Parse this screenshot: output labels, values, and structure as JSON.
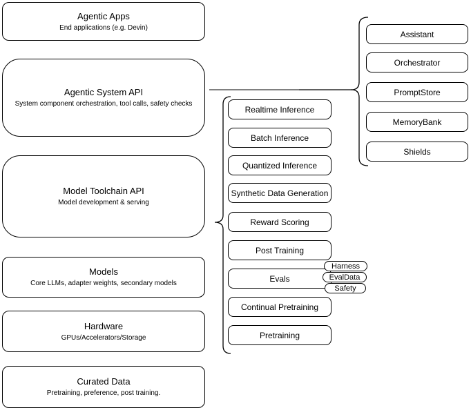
{
  "stack": [
    {
      "title": "Agentic Apps",
      "subtitle": "End applications (e.g. Devin)"
    },
    {
      "title": "Agentic System API",
      "subtitle": "System component orchestration, tool calls, safety checks"
    },
    {
      "title": "Model Toolchain API",
      "subtitle": "Model development & serving"
    },
    {
      "title": "Models",
      "subtitle": "Core LLMs, adapter weights, secondary models"
    },
    {
      "title": "Hardware",
      "subtitle": "GPUs/Accelerators/Storage"
    },
    {
      "title": "Curated Data",
      "subtitle": "Pretraining, preference, post training."
    }
  ],
  "toolchain": {
    "items": [
      "Realtime Inference",
      "Batch Inference",
      "Quantized Inference",
      "Synthetic Data Generation",
      "Reward Scoring",
      "Post Training",
      "Evals",
      "Continual Pretraining",
      "Pretraining"
    ]
  },
  "evals_tags": [
    "Harness",
    "EvalData",
    "Safety"
  ],
  "system_components": [
    "Assistant",
    "Orchestrator",
    "PromptStore",
    "MemoryBank",
    "Shields"
  ],
  "colors": {
    "stroke": "#000000",
    "background": "#ffffff",
    "connector_grey": "#808080",
    "connector_dark": "#2b2b2b"
  }
}
